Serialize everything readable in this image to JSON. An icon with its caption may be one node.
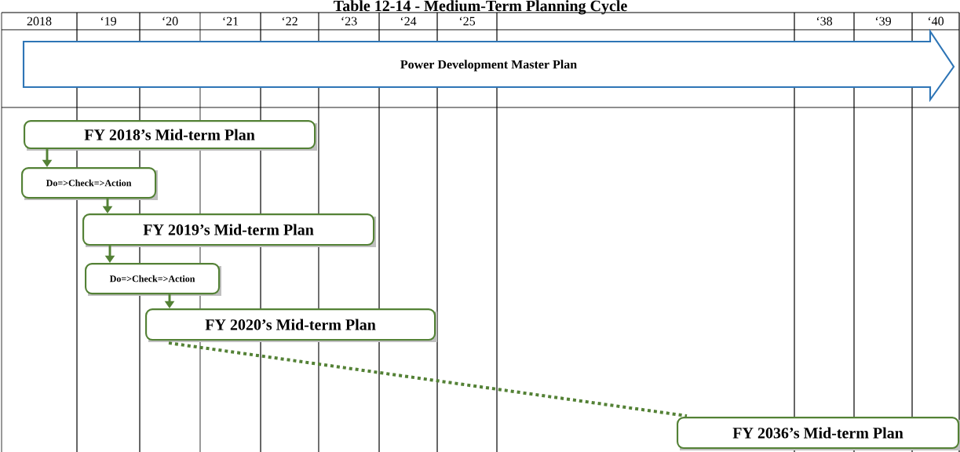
{
  "diagram": {
    "title": "Table 12-14 - Medium-Term Planning Cycle",
    "nodes": [
      {
        "text": [
          "Power Development Master Plan"
        ]
      },
      {
        "text": [
          "FY 2018’s Mid-term Plan"
        ]
      },
      {
        "text": [
          "Do=>Check=>Action"
        ]
      },
      {
        "text": [
          "FY 2019’s Mid-term Plan"
        ]
      },
      {
        "text": [
          "Do=>Check=>Action"
        ]
      },
      {
        "text": [
          "FY 2020’s Mid-term Plan"
        ]
      },
      {
        "text": [
          "FY 2036’s Mid-term Plan"
        ]
      }
    ],
    "edges": [
      {
        "from": 1,
        "to": 2,
        "arrow": "to"
      },
      {
        "from": 2,
        "to": 3,
        "arrow": "to"
      },
      {
        "from": 3,
        "to": 4,
        "arrow": "to"
      },
      {
        "from": 4,
        "to": 5,
        "arrow": "to"
      },
      {
        "from": 5,
        "to": 6,
        "arrow": "none",
        "style": "dashed"
      }
    ],
    "labels": [
      "2018",
      "‘19",
      "‘20",
      "‘21",
      "‘22",
      "‘23",
      "‘24",
      "‘25",
      "‘38",
      "‘39",
      "‘40"
    ]
  }
}
